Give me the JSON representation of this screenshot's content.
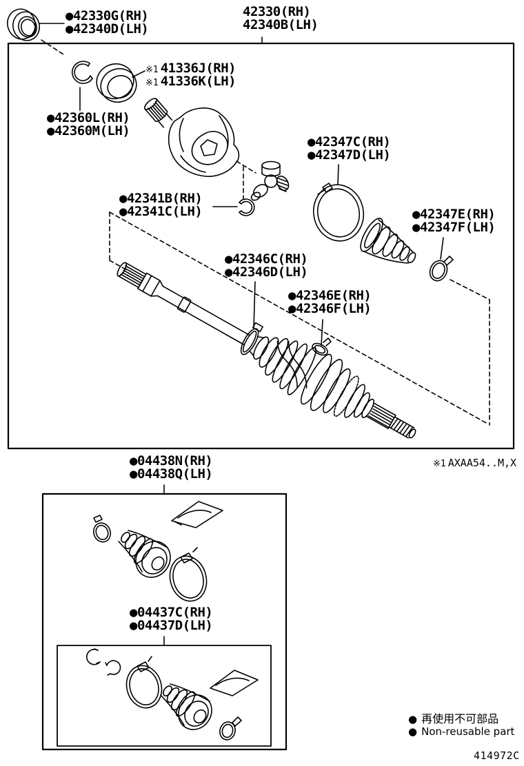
{
  "page": {
    "background": "#ffffff",
    "ink": "#000000"
  },
  "diagram": {
    "non_reusable_marker": "●",
    "assembly_label": {
      "rh": "42330(RH)",
      "lh": "42340B(LH)"
    },
    "labels": {
      "seal": {
        "rh": "42330G(RH)",
        "lh": "42340D(LH)",
        "non_reusable": true
      },
      "bearing": {
        "prefix": "※1",
        "rh": "41336J(RH)",
        "lh": "41336K(LH)",
        "non_reusable": false
      },
      "inboard_joint": {
        "rh": "42360L(RH)",
        "lh": "42360M(LH)",
        "non_reusable": true
      },
      "snap_ring": {
        "rh": "42341B(RH)",
        "lh": "42341C(LH)",
        "non_reusable": true
      },
      "inboard_clamp_large": {
        "rh": "42347C(RH)",
        "lh": "42347D(LH)",
        "non_reusable": true
      },
      "inboard_clamp_small": {
        "rh": "42347E(RH)",
        "lh": "42347F(LH)",
        "non_reusable": true
      },
      "outboard_clamp_shaft": {
        "rh": "42346C(RH)",
        "lh": "42346D(LH)",
        "non_reusable": true
      },
      "outboard_clamp_boot": {
        "rh": "42346E(RH)",
        "lh": "42346F(LH)",
        "non_reusable": true
      },
      "outboard_boot_kit": {
        "rh": "04438N(RH)",
        "lh": "04438Q(LH)",
        "non_reusable": true
      },
      "inboard_boot_kit": {
        "rh": "04437C(RH)",
        "lh": "04437D(LH)",
        "non_reusable": true
      }
    },
    "footnote": {
      "prefix": "※1",
      "text": "AXAA54..M,X"
    },
    "legend": {
      "ja": "再使用不可部品",
      "en": "Non-reusable part"
    },
    "doc_number": "414972C"
  }
}
